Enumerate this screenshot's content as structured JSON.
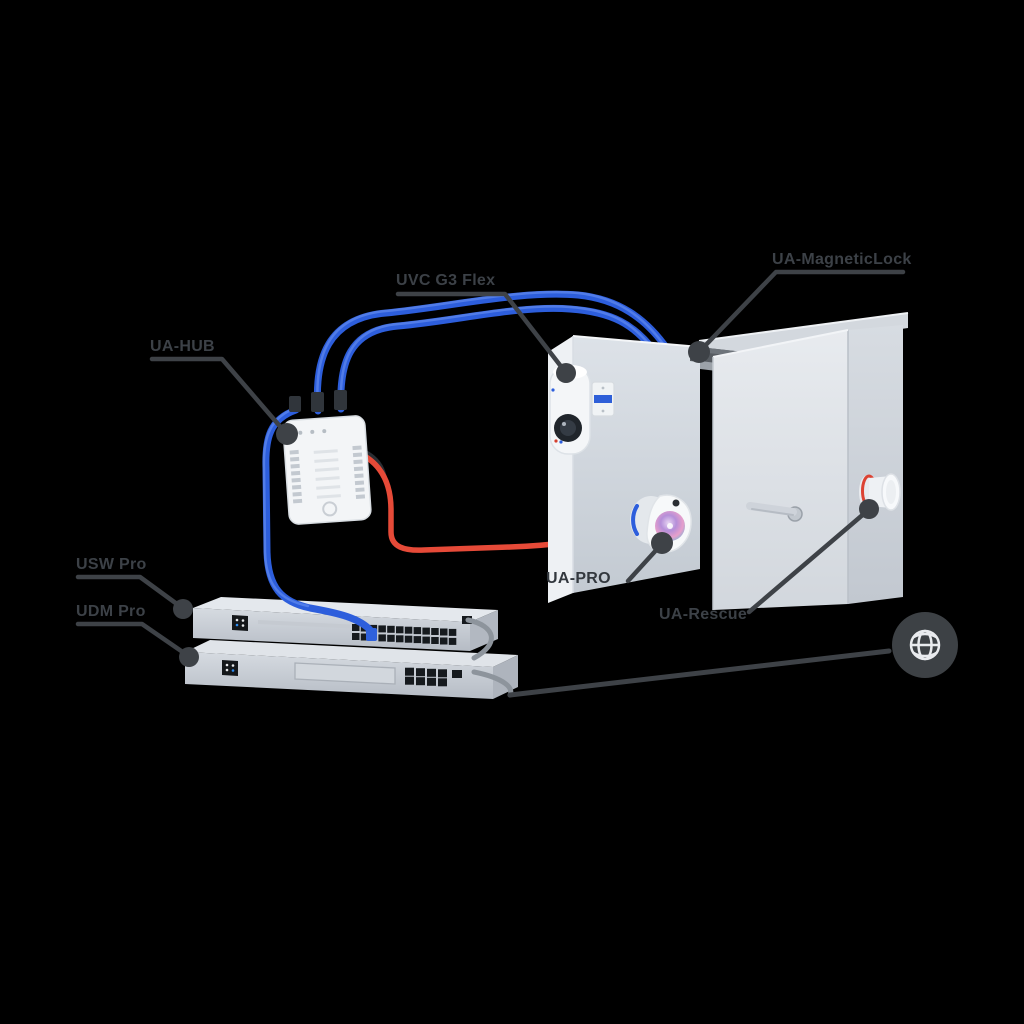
{
  "scene": {
    "description": "UniFi Access door-access system topology diagram",
    "labels": {
      "camera": "UVC G3 Flex",
      "maglock": "UA-MagneticLock",
      "hub": "UA-HUB",
      "switch": "USW Pro",
      "gateway": "UDM Pro",
      "reader": "UA-PRO",
      "rescue": "UA-Rescue"
    },
    "icons": {
      "internet": "globe-icon"
    },
    "colors": {
      "background": "#000000",
      "label_text": "#3c4147",
      "leader_line": "#3e4247",
      "cable_data_blue": "#2d5edc",
      "cable_power_red": "#e64a38",
      "cable_patch_gray": "#8d949c",
      "wall_light": "#dbe0e6",
      "device_white": "#f4f6f8",
      "rack_metal": "#ccd2d9",
      "globe_fill": "#3d4145",
      "globe_glyph": "#e9ebee",
      "reader_face_violet": "#b58fd9",
      "reader_face_pink": "#e79fcb"
    }
  }
}
